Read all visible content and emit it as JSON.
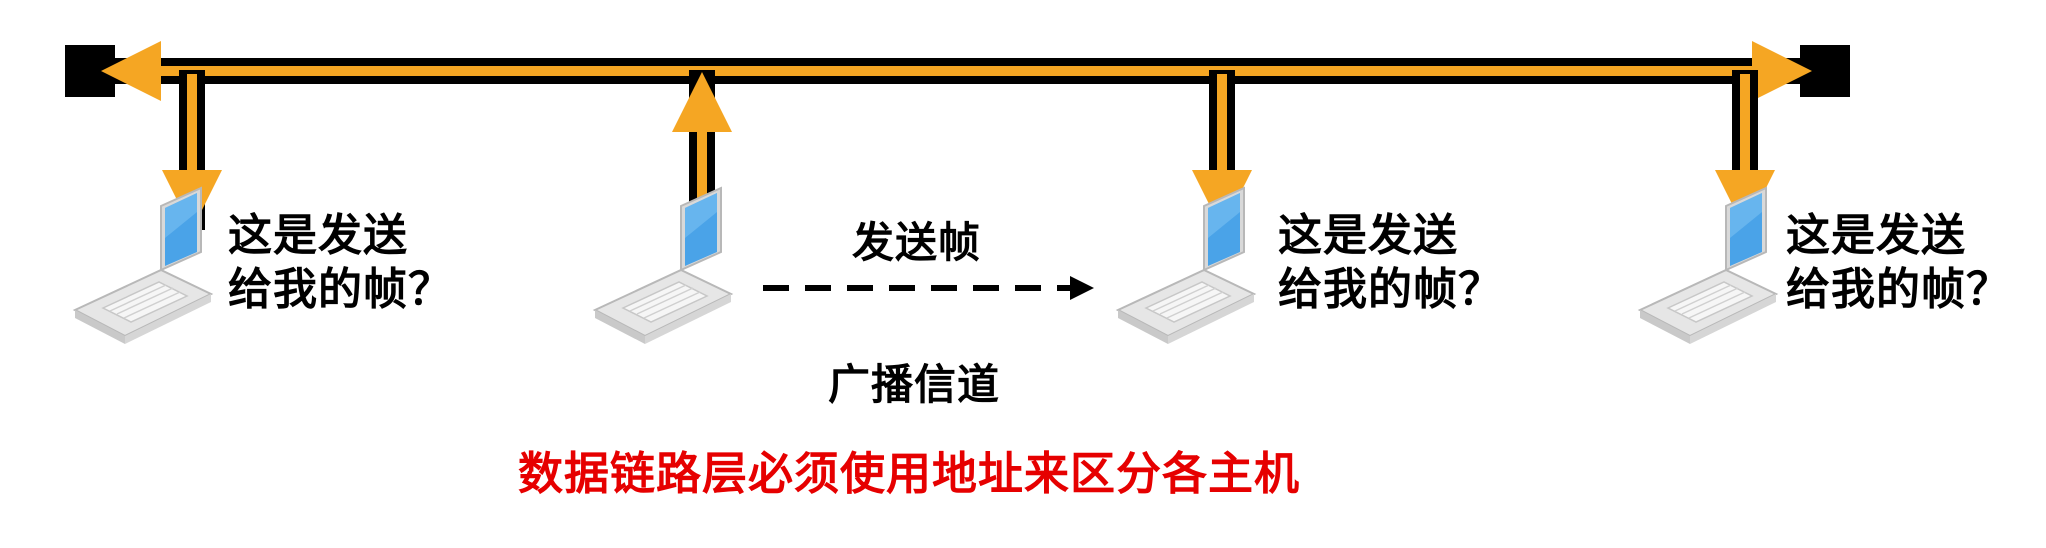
{
  "colors": {
    "bus_outer": "#000000",
    "bus_inner": "#f5a623",
    "text": "#000000",
    "emphasis": "#e60000",
    "laptop_screen": "#4aa3e8",
    "laptop_body": "#e6e6e6"
  },
  "hosts": [
    {
      "id": "host-1",
      "question_line1": "这是发送",
      "question_line2": "给我的帧？"
    },
    {
      "id": "host-2",
      "role": "sender"
    },
    {
      "id": "host-3",
      "question_line1": "这是发送",
      "question_line2": "给我的帧？"
    },
    {
      "id": "host-4",
      "question_line1": "这是发送",
      "question_line2": "给我的帧？"
    }
  ],
  "send_label": "发送帧",
  "channel_label": "广播信道",
  "conclusion": "数据链路层必须使用地址来区分各主机"
}
